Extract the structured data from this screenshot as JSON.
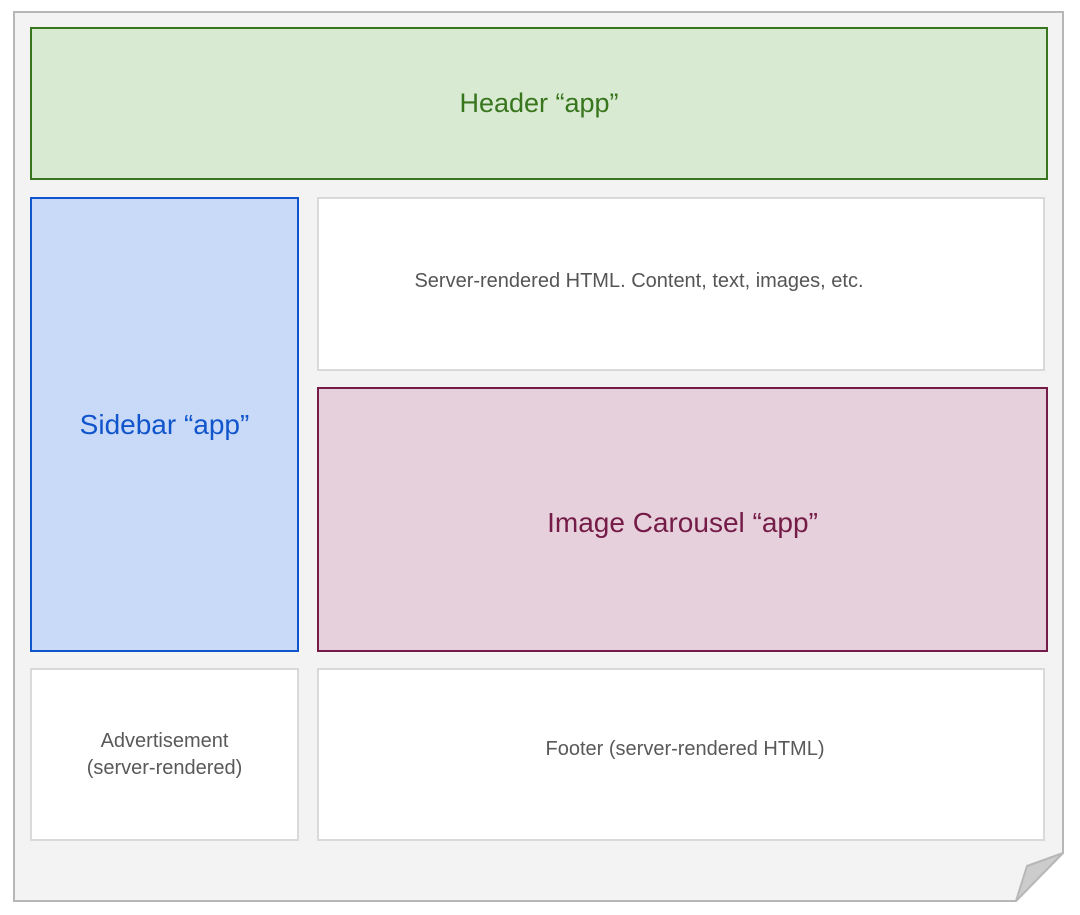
{
  "diagram": {
    "header": {
      "label": "Header “app”",
      "fill": "#d9ead3",
      "stroke": "#38761d"
    },
    "sidebar": {
      "label": "Sidebar “app”",
      "fill": "#c9daf8",
      "stroke": "#1155cc"
    },
    "content": {
      "label": "Server-rendered HTML. Content, text, images, etc.",
      "fill": "#ffffff",
      "stroke": "#d9d9d9"
    },
    "carousel": {
      "label": "Image Carousel “app”",
      "fill": "#e6d0db",
      "stroke": "#741b47"
    },
    "advertisement": {
      "line1": "Advertisement",
      "line2": "(server-rendered)",
      "fill": "#ffffff",
      "stroke": "#d9d9d9"
    },
    "footer": {
      "label": "Footer (server-rendered HTML)",
      "fill": "#ffffff",
      "stroke": "#d9d9d9"
    },
    "page_fill": "#f3f3f3",
    "page_stroke": "#b7b7b7"
  }
}
